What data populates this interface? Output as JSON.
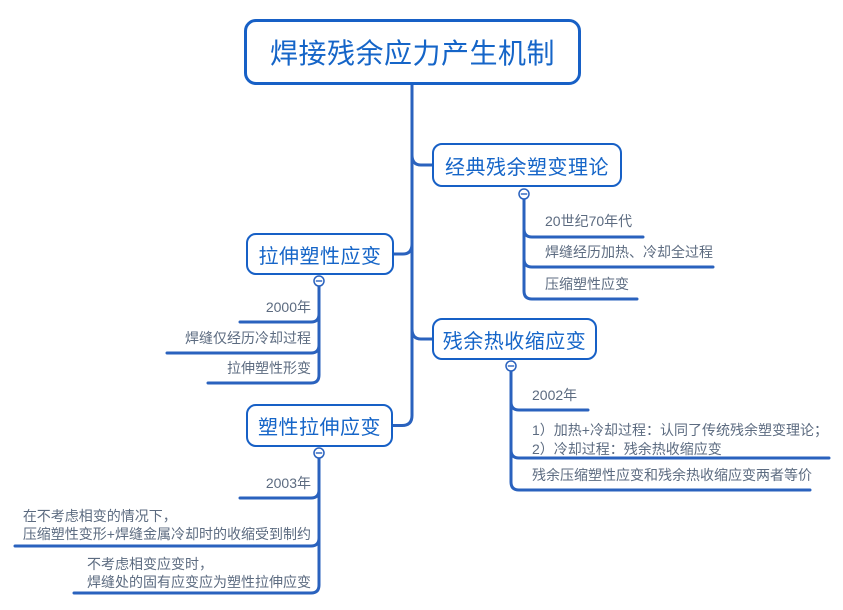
{
  "colors": {
    "node_border": "#1760C6",
    "node_text": "#1565C8",
    "connector_line": "#2A62BE",
    "leaf_text": "#5C6B80"
  },
  "icons": {
    "collapse_glyph": "−"
  },
  "root": {
    "label": "焊接残余应力产生机制"
  },
  "branches": [
    {
      "label": "经典残余塑变理论",
      "side": "right",
      "children": [
        {
          "lines": [
            "20世纪70年代"
          ]
        },
        {
          "lines": [
            "焊缝经历加热、冷却全过程"
          ]
        },
        {
          "lines": [
            "压缩塑性应变"
          ]
        }
      ]
    },
    {
      "label": "拉伸塑性应变",
      "side": "left",
      "children": [
        {
          "lines": [
            "2000年"
          ]
        },
        {
          "lines": [
            "焊缝仅经历冷却过程"
          ]
        },
        {
          "lines": [
            "拉伸塑性形变"
          ]
        }
      ]
    },
    {
      "label": "残余热收缩应变",
      "side": "right",
      "children": [
        {
          "lines": [
            "2002年"
          ]
        },
        {
          "lines": [
            "1）加热+冷却过程：认同了传统残余塑变理论；",
            "2）冷却过程：残余热收缩应变"
          ]
        },
        {
          "lines": [
            "残余压缩塑性应变和残余热收缩应变两者等价"
          ]
        }
      ]
    },
    {
      "label": "塑性拉伸应变",
      "side": "left",
      "children": [
        {
          "lines": [
            "2003年"
          ]
        },
        {
          "lines": [
            "在不考虑相变的情况下，",
            "压缩塑性变形+焊缝金属冷却时的收缩受到制约"
          ]
        },
        {
          "lines": [
            "不考虑相变应变时，",
            "焊缝处的固有应变应为塑性拉伸应变"
          ]
        }
      ]
    }
  ]
}
